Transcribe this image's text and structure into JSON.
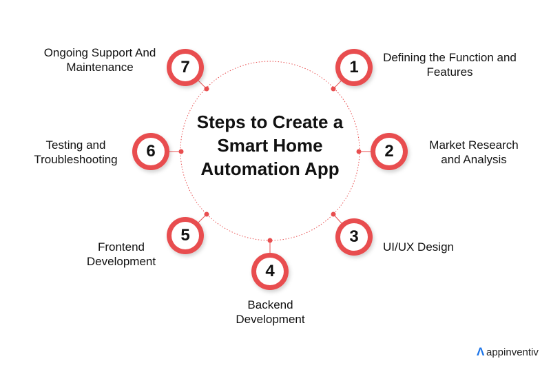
{
  "title": "Steps to Create a Smart Home Automation App",
  "accent_color": "#e84e4f",
  "steps": [
    {
      "number": "1",
      "label": "Defining the Function and Features"
    },
    {
      "number": "2",
      "label": "Market Research and Analysis"
    },
    {
      "number": "3",
      "label": "UI/UX Design"
    },
    {
      "number": "4",
      "label": "Backend Development"
    },
    {
      "number": "5",
      "label": "Frontend Development"
    },
    {
      "number": "6",
      "label": "Testing and Troubleshooting"
    },
    {
      "number": "7",
      "label": "Ongoing Support And Maintenance"
    }
  ],
  "brand": {
    "name": "appinventiv",
    "icon": "appinventiv-logo-icon",
    "color": "#1a73e8"
  }
}
